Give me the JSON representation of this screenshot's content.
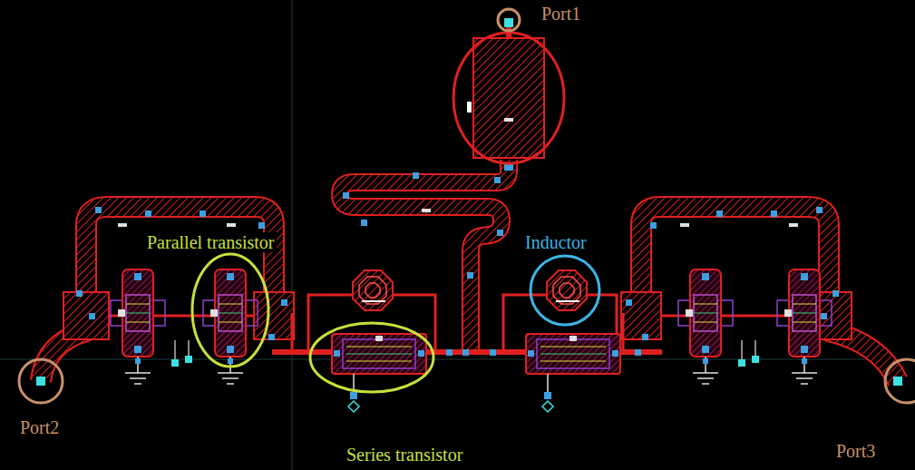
{
  "diagram": {
    "labels": [
      "Port1",
      "Parallel transistor",
      "Inductor",
      "Series transistor",
      "Port2",
      "Port3"
    ]
  }
}
